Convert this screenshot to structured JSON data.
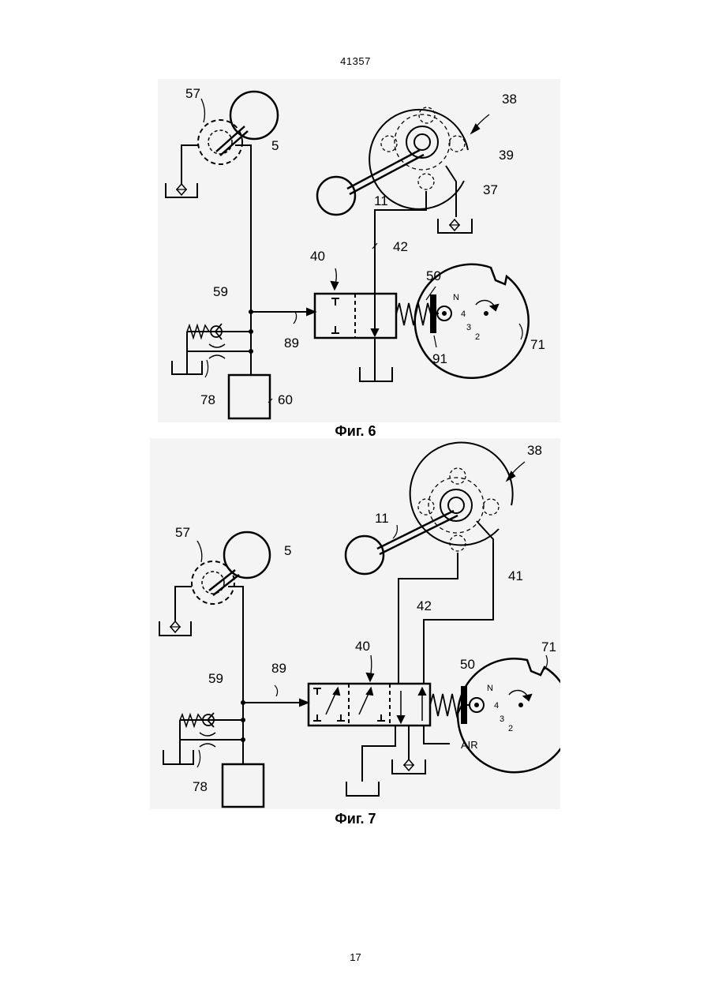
{
  "header": {
    "doc_number": "41357"
  },
  "footer": {
    "page_number": "17"
  },
  "figure6": {
    "caption": "Фиг. 6",
    "labels": {
      "l57": "57",
      "l5": "5",
      "l38": "38",
      "l39": "39",
      "l37": "37",
      "l11": "11",
      "l42": "42",
      "l40": "40",
      "l50": "50",
      "l59": "59",
      "l89": "89",
      "l91": "91",
      "l71": "71",
      "l78": "78",
      "l60": "60"
    },
    "cam_marks": {
      "n": "N",
      "g4": "4",
      "g3": "3",
      "g2": "2"
    }
  },
  "figure7": {
    "caption": "Фиг. 7",
    "labels": {
      "l38": "38",
      "l11": "11",
      "l57": "57",
      "l5": "5",
      "l41": "41",
      "l42": "42",
      "l71": "71",
      "l40": "40",
      "l89": "89",
      "l59": "59",
      "l50": "50",
      "air": "AIR",
      "l78": "78"
    },
    "cam_marks": {
      "n": "N",
      "g4": "4",
      "g3": "3",
      "g2": "2"
    }
  }
}
